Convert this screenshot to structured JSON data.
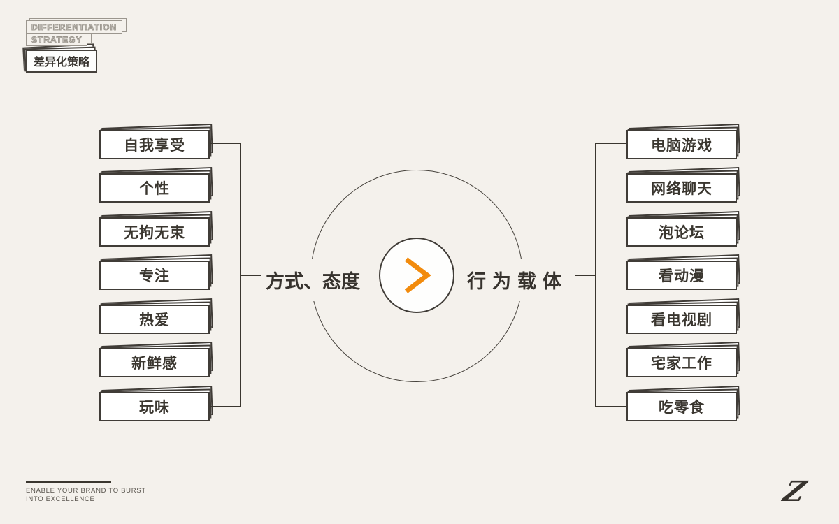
{
  "header": {
    "title_line1": "DIFFERENTIATION",
    "title_line2": "STRATEGY",
    "subtitle": "差异化策略"
  },
  "diagram": {
    "left_label": "方式、态度",
    "right_label": "行为载体",
    "center_symbol": ">",
    "left_items": [
      "自我享受",
      "个性",
      "无拘无束",
      "专注",
      "热爱",
      "新鲜感",
      "玩味"
    ],
    "right_items": [
      "电脑游戏",
      "网络聊天",
      "泡论坛",
      "看动漫",
      "看电视剧",
      "宅家工作",
      "吃零食"
    ]
  },
  "footer": {
    "tagline_line1": "ENABLE YOUR BRAND TO BURST",
    "tagline_line2": "INTO EXCELLENCE",
    "logo": "Z"
  },
  "colors": {
    "background": "#F4F1EC",
    "card_fill": "#FFFFFF",
    "line": "#403C37",
    "text": "#3A362F",
    "accent_orange": "#F28B0D",
    "header_outline": "#9B968E"
  }
}
